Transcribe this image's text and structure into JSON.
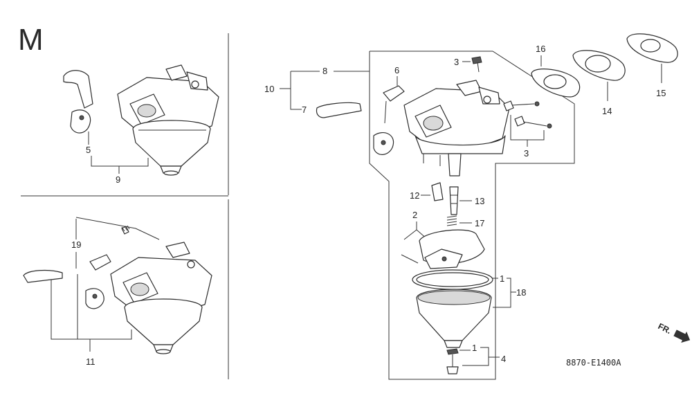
{
  "diagram": {
    "section_letter": "M",
    "drawing_code": "8870-E1400A",
    "direction_label": "FR.",
    "callouts": {
      "c1a": "1",
      "c1b": "1",
      "c2": "2",
      "c3a": "3",
      "c3b": "3",
      "c4": "4",
      "c5": "5",
      "c6": "6",
      "c7": "7",
      "c8": "8",
      "c9": "9",
      "c10": "10",
      "c11": "11",
      "c12": "12",
      "c13": "13",
      "c14": "14",
      "c15": "15",
      "c16": "16",
      "c17": "17",
      "c18": "18",
      "c19": "19"
    }
  }
}
